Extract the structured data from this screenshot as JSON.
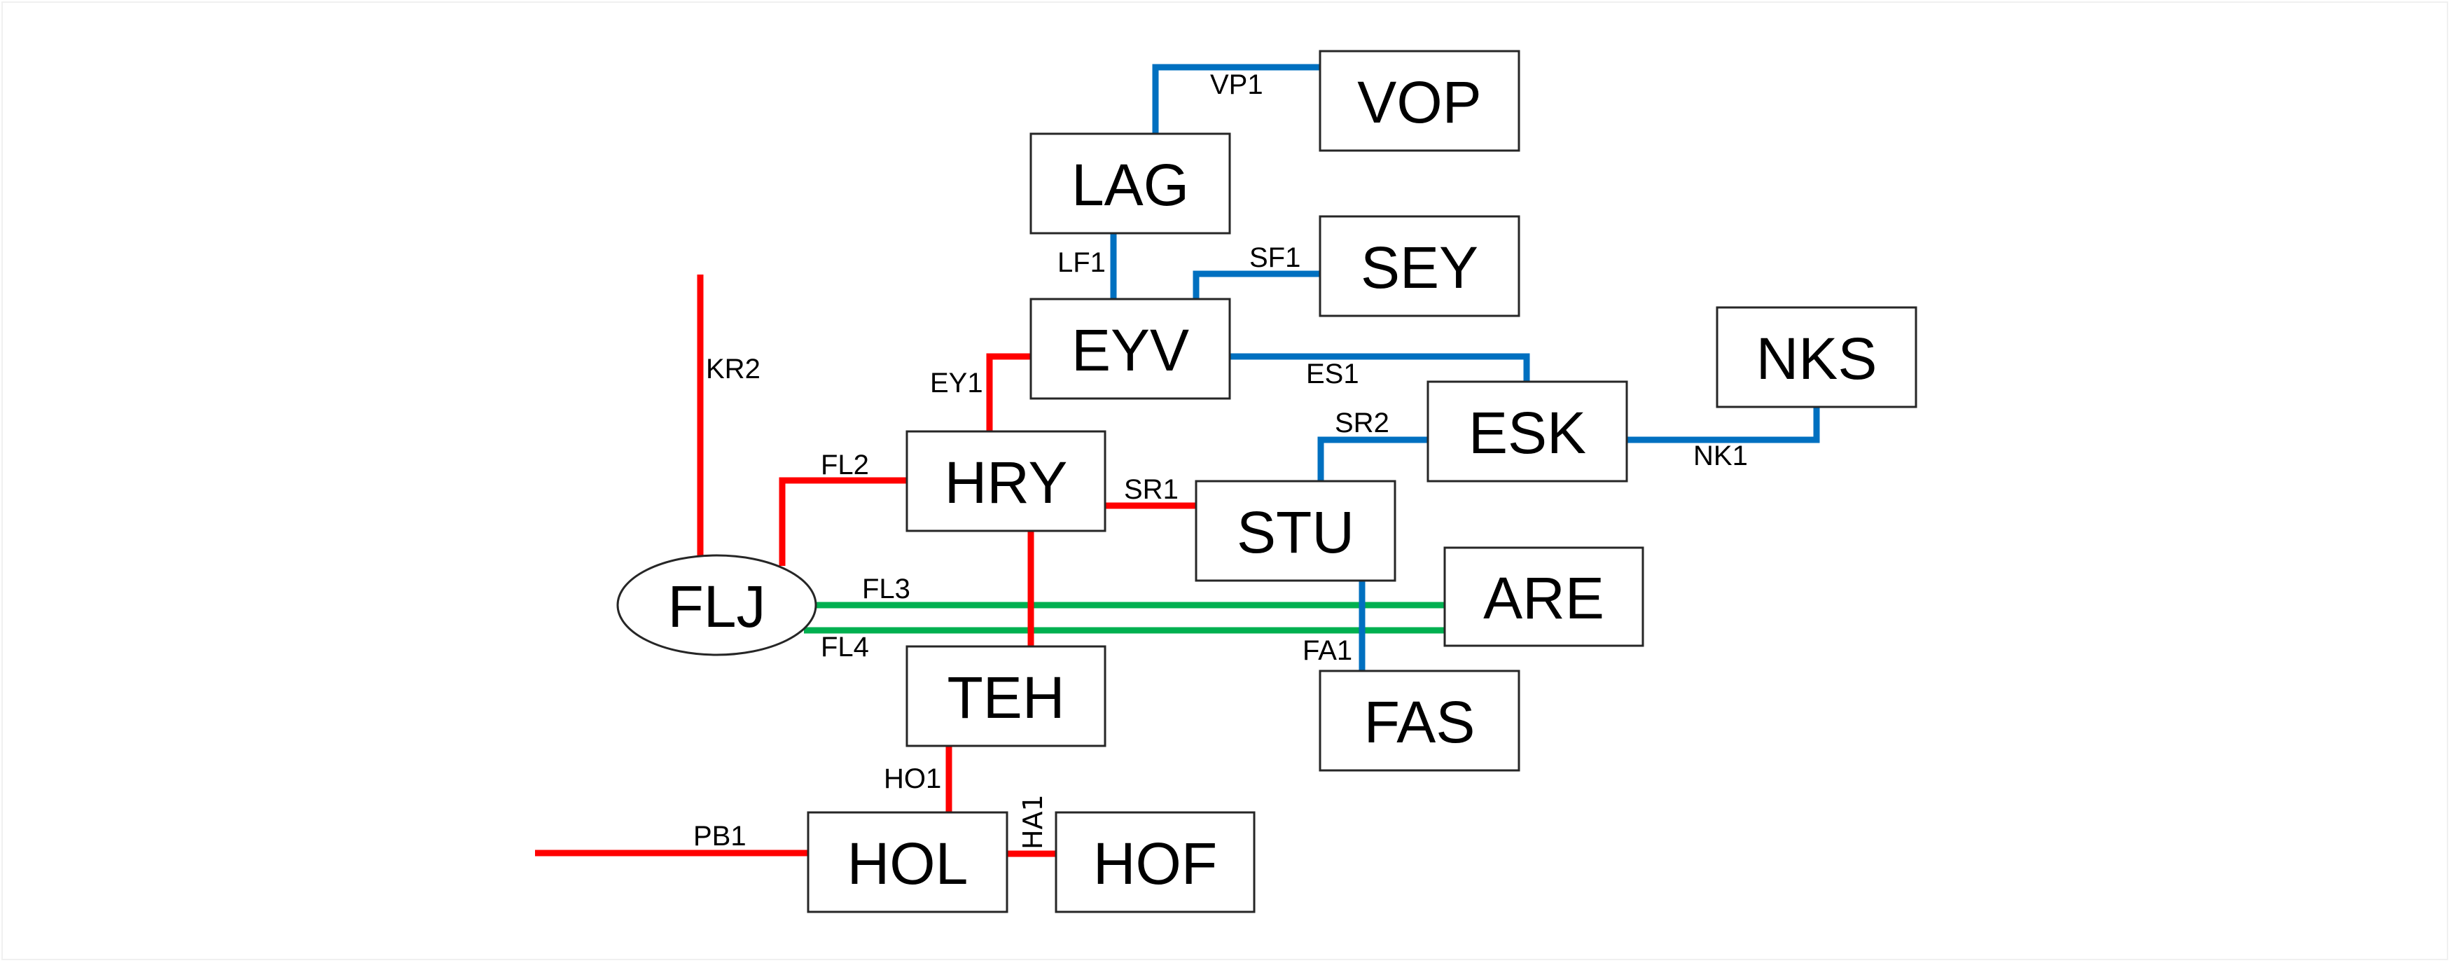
{
  "diagram": {
    "title": "",
    "colors": {
      "red": "#FF0000",
      "blue": "#0070C0",
      "green": "#00B050",
      "node_border": "#262626"
    },
    "nodes": [
      {
        "id": "VOP",
        "label": "VOP",
        "shape": "rect"
      },
      {
        "id": "LAG",
        "label": "LAG",
        "shape": "rect"
      },
      {
        "id": "SEY",
        "label": "SEY",
        "shape": "rect"
      },
      {
        "id": "EYV",
        "label": "EYV",
        "shape": "rect"
      },
      {
        "id": "NKS",
        "label": "NKS",
        "shape": "rect"
      },
      {
        "id": "ESK",
        "label": "ESK",
        "shape": "rect"
      },
      {
        "id": "HRY",
        "label": "HRY",
        "shape": "rect"
      },
      {
        "id": "STU",
        "label": "STU",
        "shape": "rect"
      },
      {
        "id": "ARE",
        "label": "ARE",
        "shape": "rect"
      },
      {
        "id": "FLJ",
        "label": "FLJ",
        "shape": "ellipse"
      },
      {
        "id": "TEH",
        "label": "TEH",
        "shape": "rect"
      },
      {
        "id": "FAS",
        "label": "FAS",
        "shape": "rect"
      },
      {
        "id": "HOL",
        "label": "HOL",
        "shape": "rect"
      },
      {
        "id": "HOF",
        "label": "HOF",
        "shape": "rect"
      }
    ],
    "edges": [
      {
        "id": "VP1",
        "label": "VP1",
        "from": "LAG",
        "to": "VOP",
        "color": "blue"
      },
      {
        "id": "LF1",
        "label": "LF1",
        "from": "LAG",
        "to": "EYV",
        "color": "blue"
      },
      {
        "id": "SF1",
        "label": "SF1",
        "from": "EYV",
        "to": "SEY",
        "color": "blue"
      },
      {
        "id": "ES1",
        "label": "ES1",
        "from": "EYV",
        "to": "ESK",
        "color": "blue"
      },
      {
        "id": "NK1",
        "label": "NK1",
        "from": "ESK",
        "to": "NKS",
        "color": "blue"
      },
      {
        "id": "SR2",
        "label": "SR2",
        "from": "STU",
        "to": "ESK",
        "color": "blue"
      },
      {
        "id": "FA1",
        "label": "FA1",
        "from": "STU",
        "to": "FAS",
        "color": "blue"
      },
      {
        "id": "EY1",
        "label": "EY1",
        "from": "HRY",
        "to": "EYV",
        "color": "red"
      },
      {
        "id": "FL2",
        "label": "FL2",
        "from": "FLJ",
        "to": "HRY",
        "color": "red"
      },
      {
        "id": "KR2",
        "label": "KR2",
        "from": "FLJ",
        "to": "",
        "color": "red"
      },
      {
        "id": "SR1",
        "label": "SR1",
        "from": "HRY",
        "to": "STU",
        "color": "red"
      },
      {
        "id": "HRY-TEH",
        "label": "",
        "from": "HRY",
        "to": "TEH",
        "color": "red"
      },
      {
        "id": "HO1",
        "label": "HO1",
        "from": "TEH",
        "to": "HOL",
        "color": "red"
      },
      {
        "id": "PB1",
        "label": "PB1",
        "from": "",
        "to": "HOL",
        "color": "red"
      },
      {
        "id": "HA1",
        "label": "HA1",
        "from": "HOL",
        "to": "HOF",
        "color": "red"
      },
      {
        "id": "FL3",
        "label": "FL3",
        "from": "FLJ",
        "to": "ARE",
        "color": "green"
      },
      {
        "id": "FL4",
        "label": "FL4",
        "from": "FLJ",
        "to": "ARE",
        "color": "green"
      }
    ]
  }
}
